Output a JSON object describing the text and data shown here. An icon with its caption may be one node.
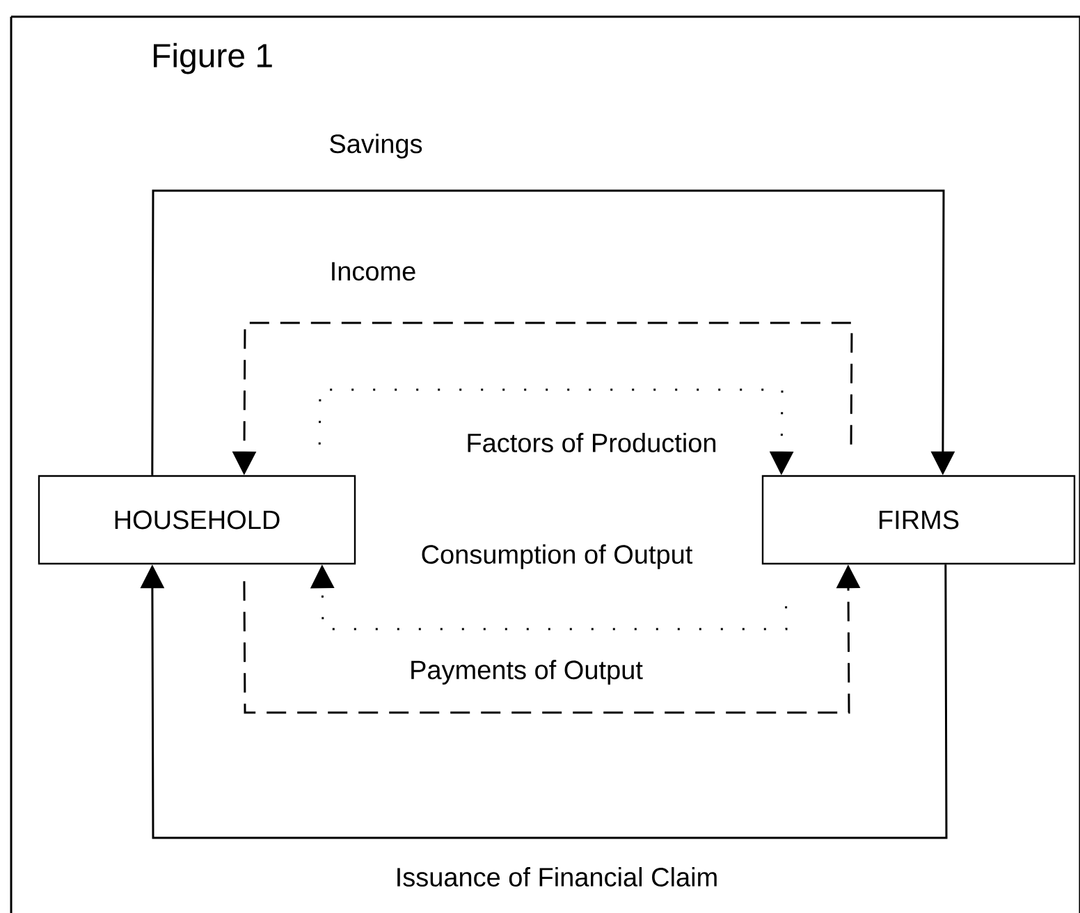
{
  "diagram": {
    "title": "Figure 1",
    "nodes": [
      {
        "text": [
          "HOUSEHOLD"
        ]
      },
      {
        "text": [
          "FIRMS"
        ]
      }
    ],
    "edges": [
      {
        "from": 0,
        "to": 1,
        "arrow": "to",
        "label": "Savings"
      },
      {
        "from": 1,
        "to": 0,
        "arrow": "to",
        "label": "Income",
        "style": "dashed"
      },
      {
        "from": 0,
        "to": 1,
        "arrow": "to",
        "label": "Factors of Production",
        "style": "dashed"
      },
      {
        "from": 1,
        "to": 0,
        "arrow": "to",
        "label": "Consumption of Output",
        "style": "dashed"
      },
      {
        "from": 0,
        "to": 1,
        "arrow": "to",
        "label": "Payments of Output",
        "style": "dashed"
      },
      {
        "from": 1,
        "to": 0,
        "arrow": "to",
        "label": "Issuance of Financial Claim"
      }
    ]
  }
}
